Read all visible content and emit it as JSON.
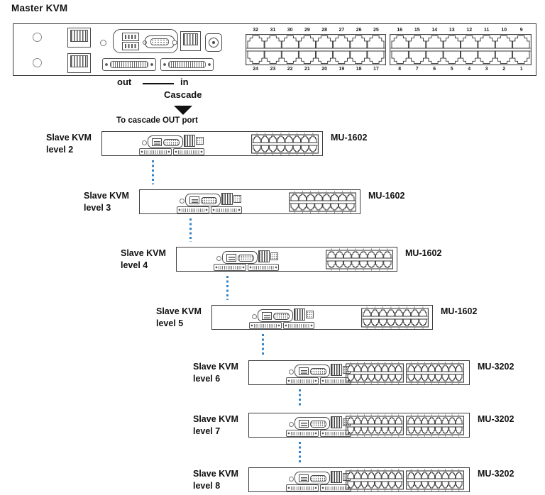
{
  "master": {
    "label": "Master KVM",
    "port_blocks": [
      {
        "top": [
          "32",
          "31",
          "30",
          "29",
          "28",
          "27",
          "26",
          "25"
        ],
        "bottom": [
          "24",
          "23",
          "22",
          "21",
          "20",
          "19",
          "18",
          "17"
        ]
      },
      {
        "top": [
          "16",
          "15",
          "14",
          "13",
          "12",
          "11",
          "10",
          "9"
        ],
        "bottom": [
          "8",
          "7",
          "6",
          "5",
          "4",
          "3",
          "2",
          "1"
        ]
      }
    ]
  },
  "cascade": {
    "out": "out",
    "in": "in",
    "label": "Cascade",
    "note": "To cascade OUT port"
  },
  "slaves": [
    {
      "name": "Slave KVM",
      "level": "level 2",
      "model": "MU-1602",
      "banks": 1
    },
    {
      "name": "Slave KVM",
      "level": "level 3",
      "model": "MU-1602",
      "banks": 1
    },
    {
      "name": "Slave KVM",
      "level": "level 4",
      "model": "MU-1602",
      "banks": 1
    },
    {
      "name": "Slave KVM",
      "level": "level 5",
      "model": "MU-1602",
      "banks": 1
    },
    {
      "name": "Slave KVM",
      "level": "level 6",
      "model": "MU-3202",
      "banks": 2
    },
    {
      "name": "Slave KVM",
      "level": "level 7",
      "model": "MU-3202",
      "banks": 2
    },
    {
      "name": "Slave KVM",
      "level": "level 8",
      "model": "MU-3202",
      "banks": 2
    }
  ],
  "colors": {
    "line": "#3c3c3c",
    "text": "#111111",
    "cascade_dots": "#3583c4"
  }
}
